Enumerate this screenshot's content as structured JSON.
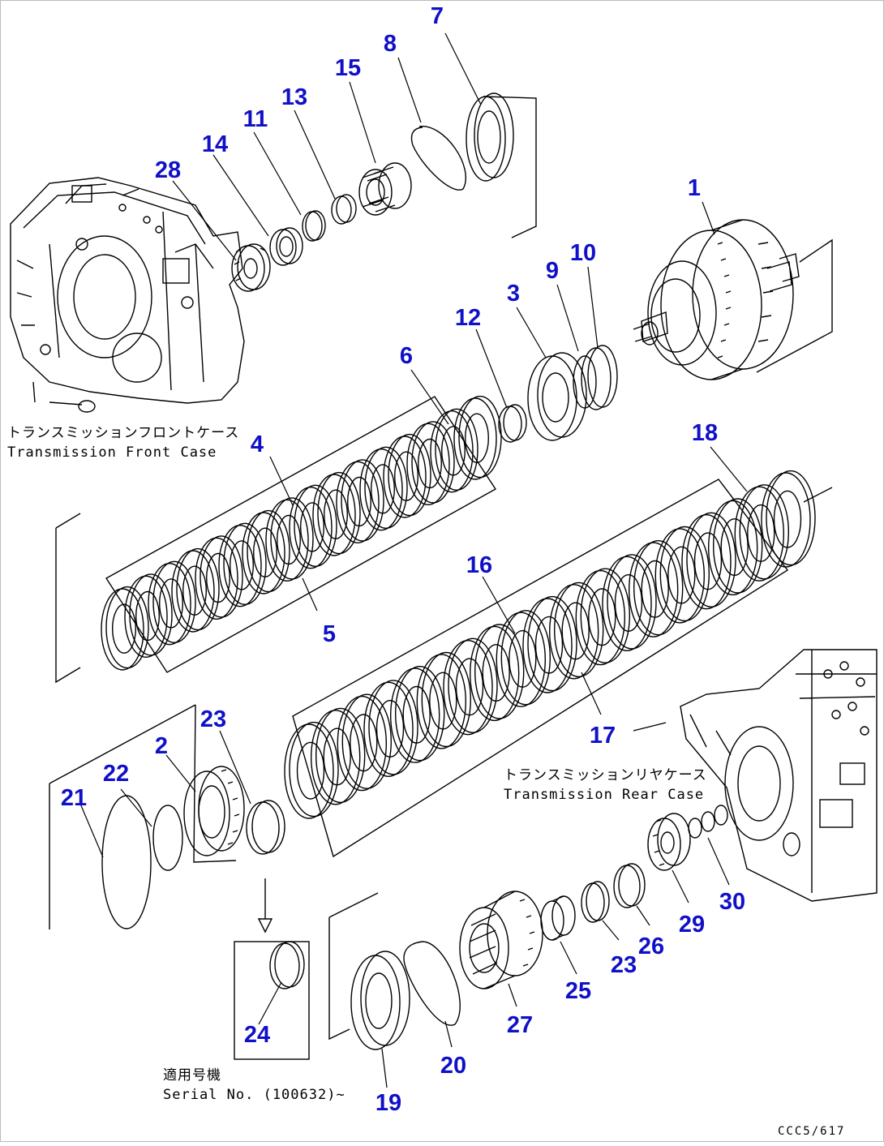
{
  "colors": {
    "callout": "#1010c8",
    "line": "#000000",
    "background": "#ffffff"
  },
  "captions": {
    "front_case_jp": "トランスミッションフロントケース",
    "front_case_en": "Transmission Front Case",
    "rear_case_jp": "トランスミッションリヤケース",
    "rear_case_en": "Transmission Rear Case",
    "serial_jp": "適用号機",
    "serial_en": "Serial No. (100632)~"
  },
  "drawing_code": "CCC5/617",
  "callouts": [
    "1",
    "2",
    "3",
    "4",
    "5",
    "6",
    "7",
    "8",
    "9",
    "10",
    "11",
    "12",
    "13",
    "14",
    "15",
    "16",
    "17",
    "18",
    "19",
    "20",
    "21",
    "22",
    "23",
    "23",
    "24",
    "25",
    "26",
    "27",
    "28",
    "29",
    "30"
  ]
}
